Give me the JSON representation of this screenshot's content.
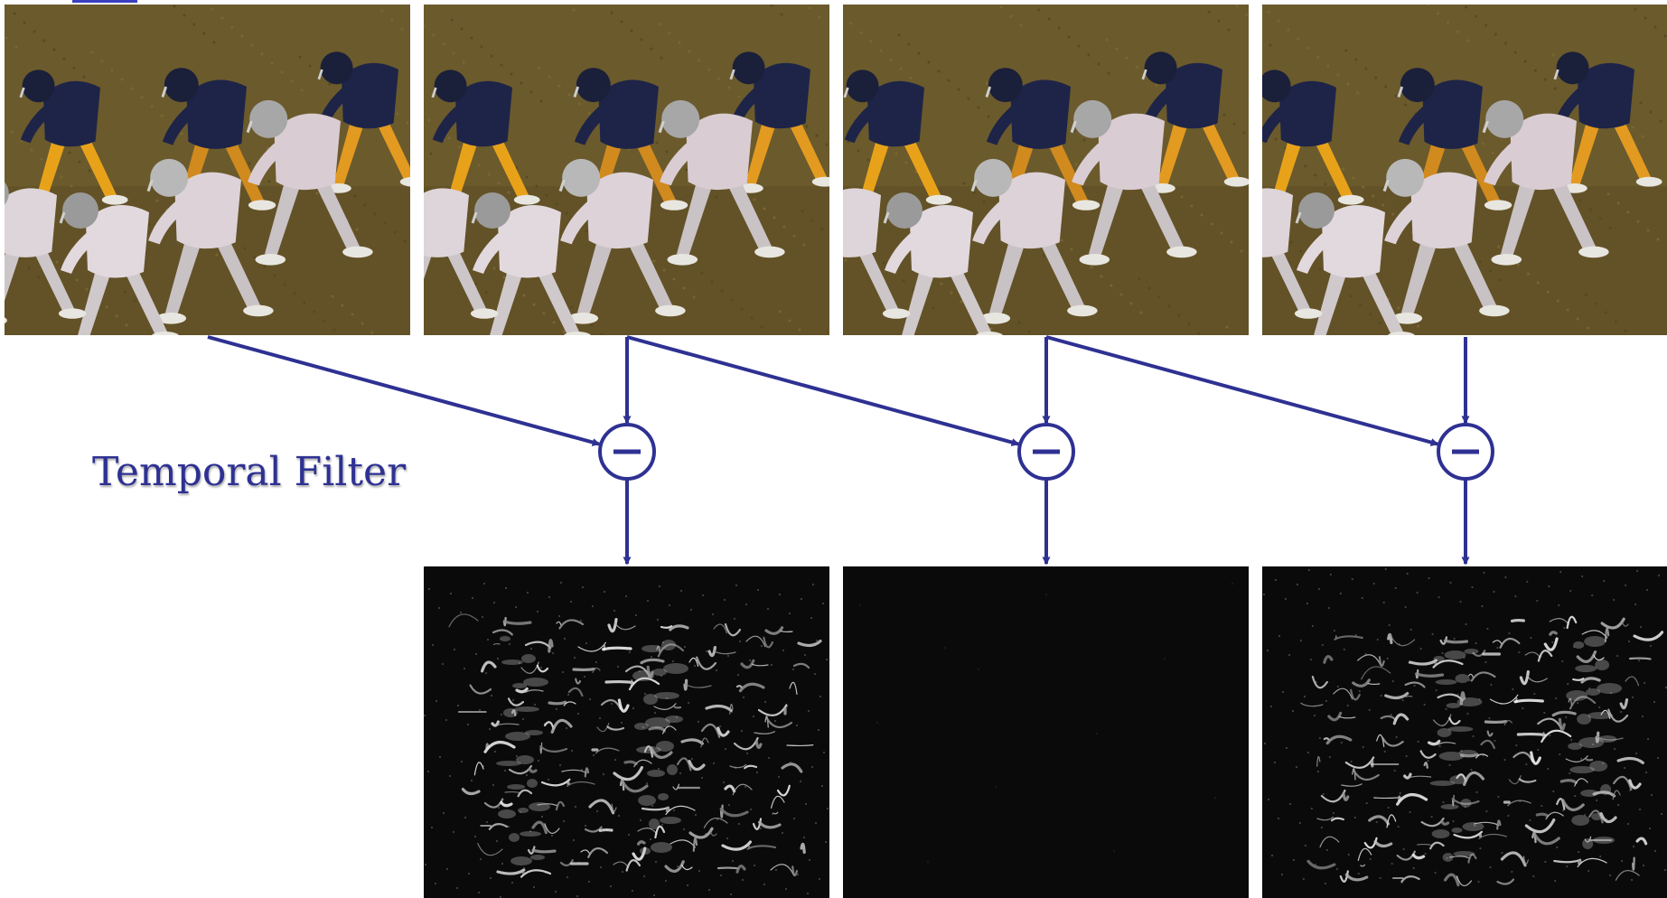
{
  "label": {
    "text": "Temporal Filter"
  },
  "colors": {
    "arrow": "#2e3192",
    "field": "#6b5a2c",
    "diff_background": "#0a0a0a"
  },
  "operator": {
    "symbol": "minus"
  },
  "frames": {
    "input_count": 4,
    "output_count": 3
  }
}
